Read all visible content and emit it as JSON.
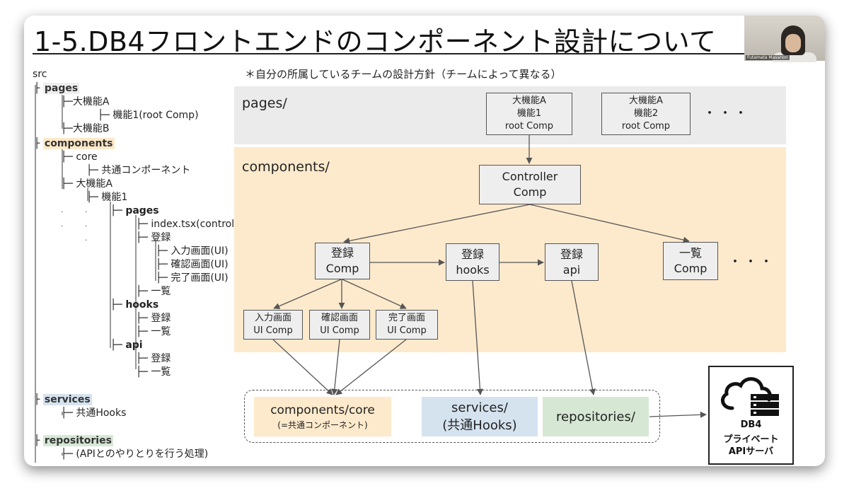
{
  "slide": {
    "title": "1-5.DB4フロントエンドのコンポーネント設計について",
    "camera_name": "Futamata Masanori",
    "note": "＊自分の所属しているチームの設計方針（チームによって異なる）"
  },
  "tree": {
    "src": "src",
    "pages": "pages",
    "daikinouA_1": "─大機能A",
    "kinou1_root": "─ 機能1(root Comp)",
    "daikinouB": "─大機能B",
    "components": "components",
    "core": "─ core",
    "kyoutsuu": "─ 共通コンポーネント",
    "daikinouA_2": "─ 大機能A",
    "kinou1": "─ 機能1",
    "sub_pages": "pages",
    "index_tsx": "─ index.tsx(controller Comp)",
    "touroku_1": "─ 登録",
    "nyuryoku": "─ 入力画面(UI)",
    "kakunin": "─ 確認画面(UI)",
    "kanryo": "─ 完了画面(UI)",
    "ichiran_1": "─ 一覧",
    "hooks": "hooks",
    "touroku_2": "─ 登録",
    "ichiran_2": "─ 一覧",
    "api": "api",
    "touroku_3": "─ 登録",
    "ichiran_3": "─ 一覧",
    "services": "services",
    "kyoutsuu_hooks": "─ 共通Hooks",
    "repositories": "repositories",
    "api_shori": "─ (APIとのやりとりを行う処理)"
  },
  "diagram": {
    "pages_label": "pages/",
    "components_label": "components/",
    "page_boxes": [
      {
        "lines": [
          "大機能A",
          "機能1",
          "root Comp"
        ]
      },
      {
        "lines": [
          "大機能A",
          "機能2",
          "root Comp"
        ]
      }
    ],
    "ellipsis": "・・・",
    "controller": {
      "lines": [
        "Controller",
        "Comp"
      ]
    },
    "touroku_comp": {
      "lines": [
        "登録",
        "Comp"
      ]
    },
    "touroku_hooks": {
      "lines": [
        "登録",
        "hooks"
      ]
    },
    "touroku_api": {
      "lines": [
        "登録",
        "api"
      ]
    },
    "ichiran_comp": {
      "lines": [
        "一覧",
        "Comp"
      ]
    },
    "ui_boxes": [
      {
        "lines": [
          "入力画面",
          "UI Comp"
        ]
      },
      {
        "lines": [
          "確認画面",
          "UI Comp"
        ]
      },
      {
        "lines": [
          "完了画面",
          "UI Comp"
        ]
      }
    ],
    "core_box": {
      "line1": "components/core",
      "line2": "(=共通コンポーネント)"
    },
    "services_box": {
      "line1": "services/",
      "line2": "(共通Hooks)"
    },
    "repositories_box": {
      "line1": "repositories/"
    },
    "api_server": {
      "line1": "DB4",
      "line2": "プライベート",
      "line3": "APIサーバ"
    }
  },
  "colors": {
    "pages_zone": "#ebebeb",
    "components_zone": "#fdeacc",
    "services_zone": "#d5e3ef",
    "repositories_zone": "#d6e8d4"
  }
}
